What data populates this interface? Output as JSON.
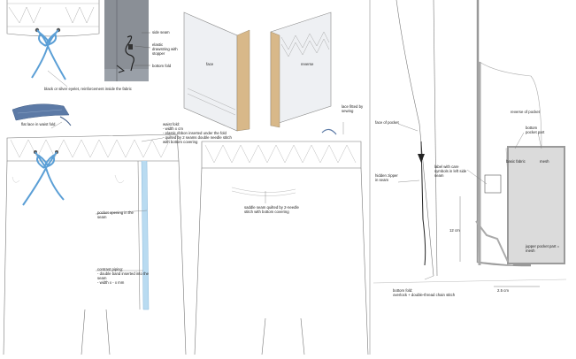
{
  "labels": {
    "eyelet": "black or silver eyelet, reinforcement inside the fabric",
    "side_seam": "side seam",
    "elastic_drawstring": "elastic drawstring with stopper",
    "bottom_fold_top": "bottom fold",
    "face": "face",
    "reverse": "reverse",
    "flat_lace": "flat lace in waist fold",
    "waist_fold": "waist fold:\n- width x cm\n- elastic ribbon inserted under the fold\n- quilted by 2 seams double needle stitch with bottom covering",
    "lace_fitted": "lace fitted by sewing",
    "pocket_opening": "pocket opening in the seam",
    "saddle_seam": "saddle seam quilted by 2-needle stitch with bottom covering",
    "contrast_piping": "contrast piping:\n- double band inserted into the seam\n- width x - x mm",
    "face_of_pocket": "face of pocket",
    "reverse_of_pocket": "reverse of pocket",
    "hidden_zipper": "hidden zipper in seam",
    "label_care": "label with care symbols in left side seam",
    "bottom_pocket": "bottom pocket part",
    "basic_fabric": "basic fabric",
    "mesh": "mesh",
    "dim_12": "12 cm",
    "jupper_pocket": "jupper pocket part = mesh",
    "dim_25": "2.5 cm",
    "bottom_fold_bottom": "bottom fold:\noverlock + double-thread chain stitch"
  },
  "colors": {
    "drawstring": "#5b9fd6",
    "drawstring_dark": "#3a78b5",
    "lace": "#5c7aa6",
    "elastic_panel": "#8a8f96",
    "line": "#555555",
    "piping": "#9cc8e8",
    "mesh": "#d9d9d9",
    "mesh_border": "#9a9a9a",
    "tape": "#e6c79a"
  }
}
